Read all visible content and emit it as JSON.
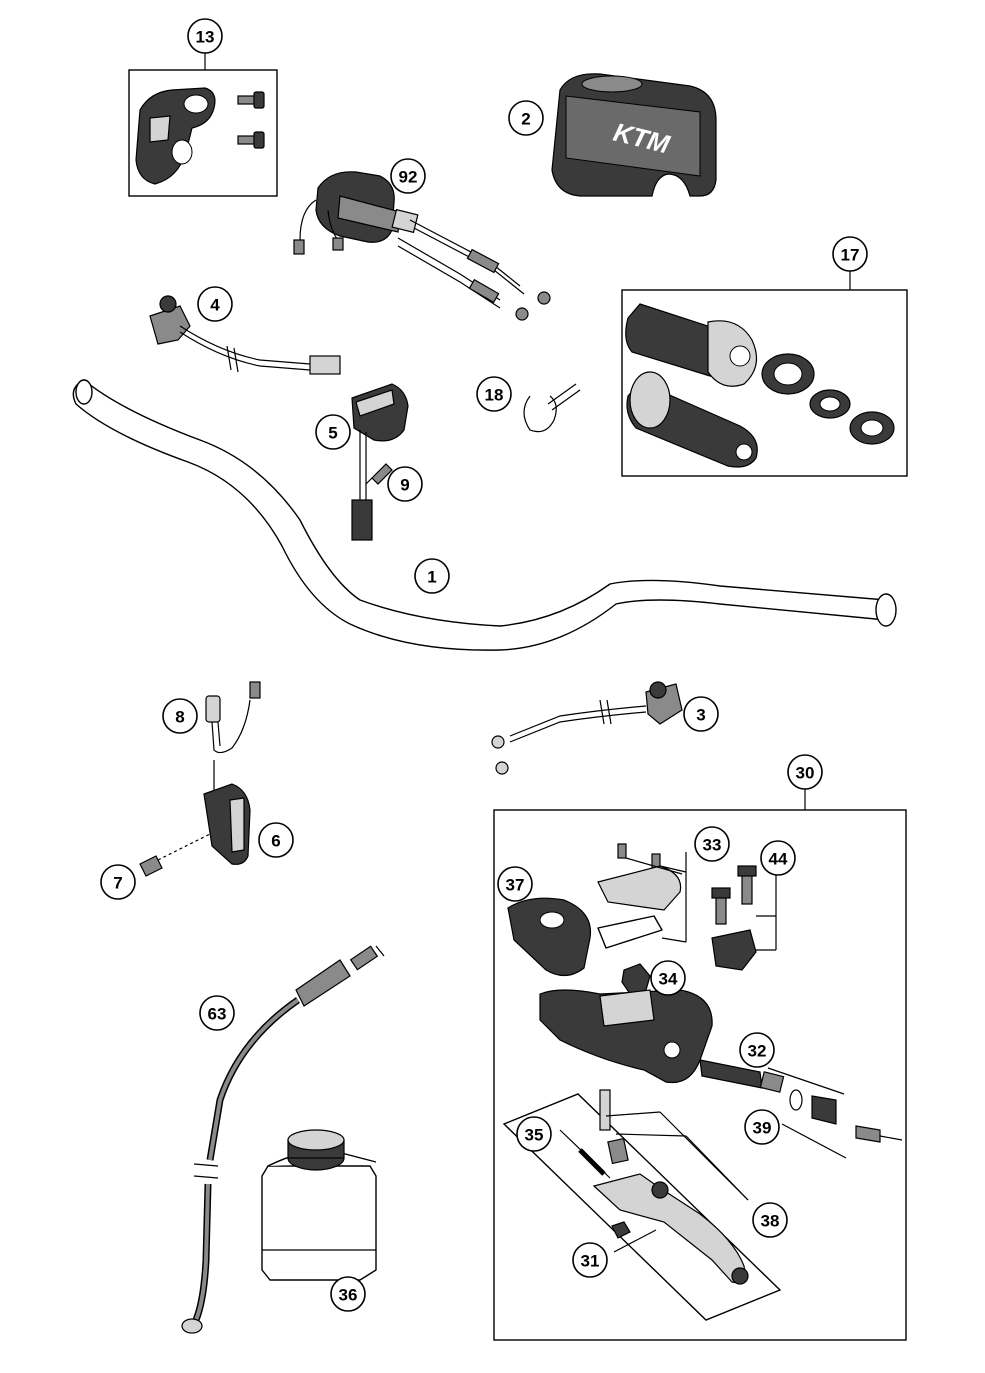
{
  "callouts": {
    "c1": "1",
    "c2": "2",
    "c3": "3",
    "c4": "4",
    "c5": "5",
    "c6": "6",
    "c7": "7",
    "c8": "8",
    "c9": "9",
    "c13": "13",
    "c17": "17",
    "c18": "18",
    "c30": "30",
    "c31": "31",
    "c32": "32",
    "c33": "33",
    "c34": "34",
    "c35": "35",
    "c36": "36",
    "c37": "37",
    "c38": "38",
    "c39": "39",
    "c44": "44",
    "c63": "63",
    "c92": "92"
  },
  "brand_logo": "KTM",
  "colors": {
    "line": "#000000",
    "background": "#ffffff",
    "shade": "#3a3a3a"
  }
}
